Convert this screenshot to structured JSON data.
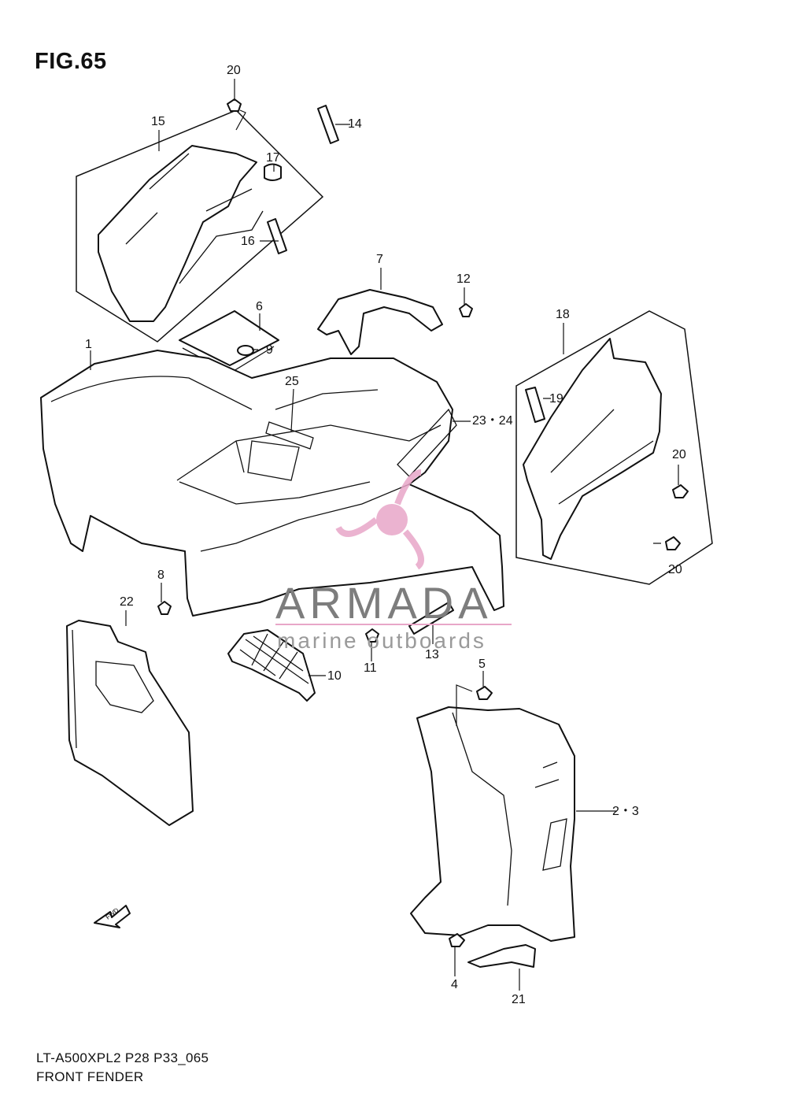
{
  "figure": {
    "title": "FIG.65",
    "model_code": "LT-A500XPL2 P28 P33_065",
    "section_name": "FRONT FENDER"
  },
  "callouts": [
    {
      "id": "c20a",
      "label": "20"
    },
    {
      "id": "c15",
      "label": "15"
    },
    {
      "id": "c14",
      "label": "14"
    },
    {
      "id": "c17",
      "label": "17"
    },
    {
      "id": "c16",
      "label": "16"
    },
    {
      "id": "c7",
      "label": "7"
    },
    {
      "id": "c12",
      "label": "12"
    },
    {
      "id": "c6",
      "label": "6"
    },
    {
      "id": "c1",
      "label": "1"
    },
    {
      "id": "c9",
      "label": "9"
    },
    {
      "id": "c25",
      "label": "25"
    },
    {
      "id": "c18",
      "label": "18"
    },
    {
      "id": "c23_24",
      "label": "23・24"
    },
    {
      "id": "c19",
      "label": "19"
    },
    {
      "id": "c20b",
      "label": "20"
    },
    {
      "id": "c20c",
      "label": "20"
    },
    {
      "id": "c8",
      "label": "8"
    },
    {
      "id": "c22",
      "label": "22"
    },
    {
      "id": "c10",
      "label": "10"
    },
    {
      "id": "c11",
      "label": "11"
    },
    {
      "id": "c13",
      "label": "13"
    },
    {
      "id": "c5",
      "label": "5"
    },
    {
      "id": "c2_3",
      "label": "2・3"
    },
    {
      "id": "c4",
      "label": "4"
    },
    {
      "id": "c21",
      "label": "21"
    }
  ],
  "watermark": {
    "brand": "ARMADA",
    "tagline": "marine outboards",
    "logo_colors": {
      "pink": "#e8a6c8",
      "gray": "#8a8a8a"
    }
  },
  "icons": {
    "fwd_arrow": "fwd-arrow-icon",
    "fwd_text": "FWD"
  }
}
